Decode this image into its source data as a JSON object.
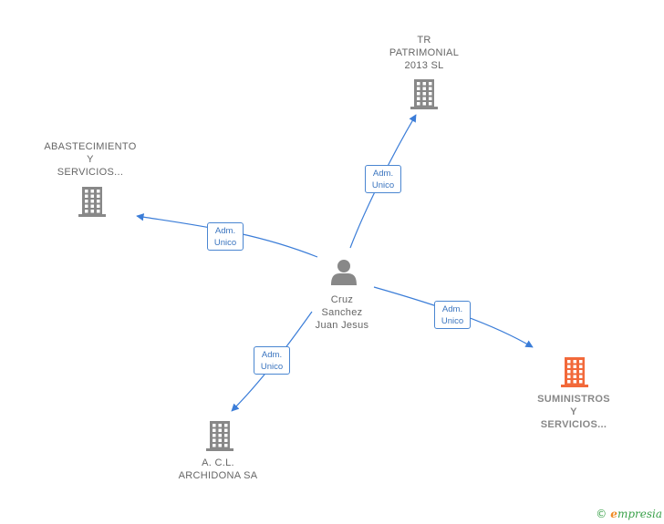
{
  "nodes": [
    {
      "id": "person",
      "type": "person",
      "lines": [
        "Cruz",
        "Sanchez",
        "Juan Jesus"
      ],
      "color": "#888888"
    },
    {
      "id": "tr",
      "type": "company",
      "lines": [
        "TR",
        "PATRIMONIAL",
        "2013  SL"
      ],
      "color": "#888888"
    },
    {
      "id": "abast",
      "type": "company",
      "lines": [
        "ABASTECIMIENTO",
        "Y",
        "SERVICIOS..."
      ],
      "color": "#888888"
    },
    {
      "id": "sumin",
      "type": "company",
      "lines": [
        "SUMINISTROS",
        "Y",
        "SERVICIOS..."
      ],
      "color": "#f2693a",
      "highlight": true
    },
    {
      "id": "acl",
      "type": "company",
      "lines": [
        "A. C.L.",
        "ARCHIDONA SA"
      ],
      "color": "#888888"
    }
  ],
  "edges": [
    {
      "from": "person",
      "to": "tr",
      "label": [
        "Adm.",
        "Unico"
      ]
    },
    {
      "from": "person",
      "to": "abast",
      "label": [
        "Adm.",
        "Unico"
      ]
    },
    {
      "from": "person",
      "to": "sumin",
      "label": [
        "Adm.",
        "Unico"
      ]
    },
    {
      "from": "person",
      "to": "acl",
      "label": [
        "Adm.",
        "Unico"
      ]
    }
  ],
  "edge_color": "#3b7dd8",
  "credit": {
    "copyright": "©",
    "brand_initial": "e",
    "brand_rest": "mpresia"
  }
}
